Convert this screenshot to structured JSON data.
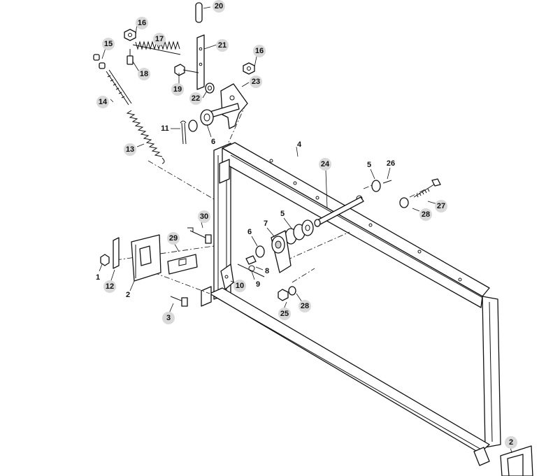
{
  "diagram": {
    "callouts": {
      "c1": "1",
      "c2a": "2",
      "c2b": "2",
      "c3": "3",
      "c4": "4",
      "c5a": "5",
      "c5b": "5",
      "c6a": "6",
      "c6b": "6",
      "c7": "7",
      "c8": "8",
      "c9": "9",
      "c10": "10",
      "c11": "11",
      "c12": "12",
      "c13": "13",
      "c14": "14",
      "c15": "15",
      "c16a": "16",
      "c16b": "16",
      "c17": "17",
      "c18": "18",
      "c19": "19",
      "c20": "20",
      "c21": "21",
      "c22": "22",
      "c23": "23",
      "c24": "24",
      "c25": "25",
      "c26": "26",
      "c27": "27",
      "c28a": "28",
      "c28b": "28",
      "c29": "29",
      "c30": "30"
    }
  }
}
